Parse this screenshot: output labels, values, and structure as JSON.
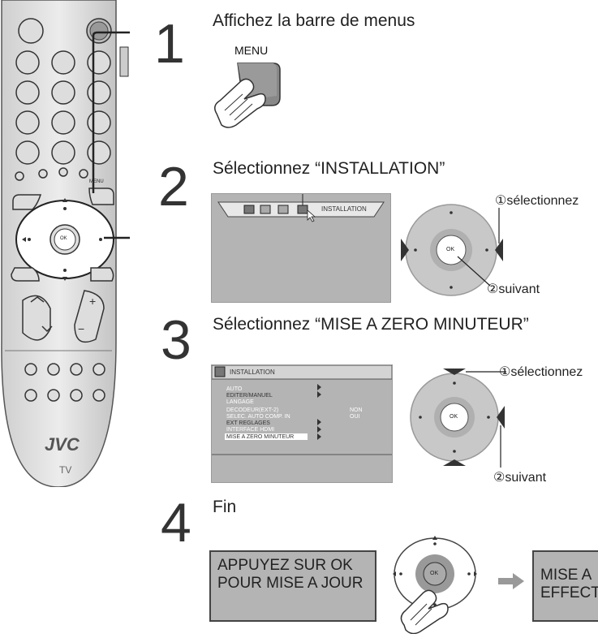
{
  "remote": {
    "menu_label": "MENU",
    "ok_label": "OK",
    "brand": "JVC",
    "tv_label": "TV"
  },
  "steps": [
    {
      "number": "1",
      "title": "Affichez la barre de menus",
      "button_label": "MENU"
    },
    {
      "number": "2",
      "title": "Sélectionnez “INSTALLATION”",
      "menu_bar_label": "INSTALLATION",
      "select_label": "①sélectionnez",
      "next_label": "②suivant",
      "ok_label": "OK"
    },
    {
      "number": "3",
      "title": "Sélectionnez “MISE A ZERO MINUTEUR”",
      "screen_header": "INSTALLATION",
      "menu_items": [
        "AUTO",
        "EDITER/MANUEL",
        "LANGAGE",
        "DECODEUR(EXT-2)",
        "SELEC. AUTO COMP. IN",
        "EXT REGLAGES",
        "INTERFACE HDMI",
        "MISE A ZERO MINUTEUR"
      ],
      "menu_values": [
        "NON",
        "OUI"
      ],
      "select_label": "①sélectionnez",
      "next_label": "②suivant",
      "ok_label": "OK"
    },
    {
      "number": "4",
      "title": "Fin",
      "box_left": "APPUYEZ SUR OK POUR MISE A JOUR",
      "box_right": "MISE A EFFECT",
      "ok_label": "OK"
    }
  ]
}
